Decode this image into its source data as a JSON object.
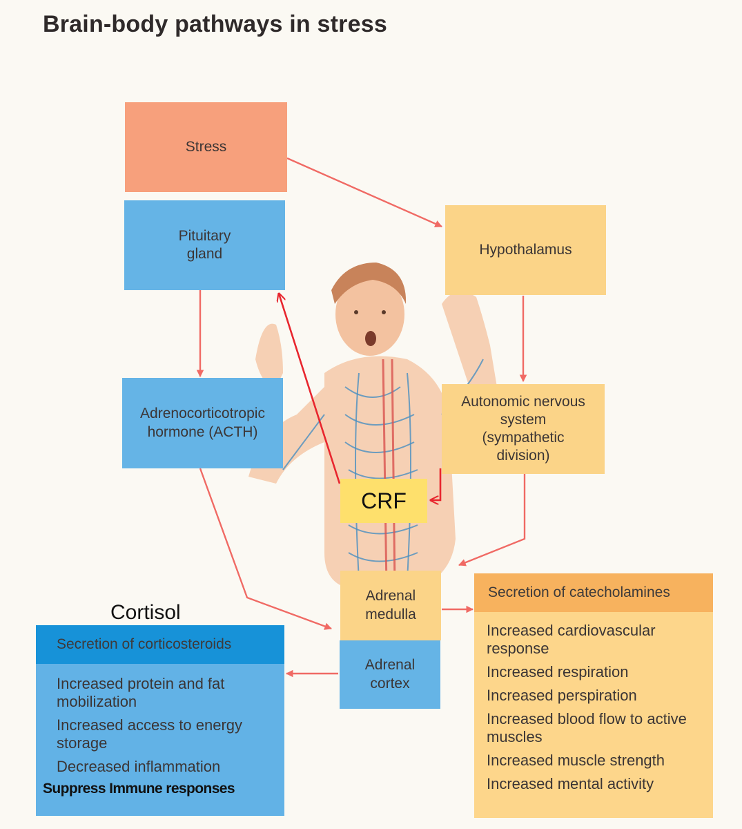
{
  "title": "Brain-body pathways in stress",
  "boxes": {
    "stress": "Stress",
    "pituitary": "Pituitary gland",
    "hypothalamus": "Hypothalamus",
    "acth": "Adrenocorticotropic hormone (ACTH)",
    "autonomic": "Autonomic nervous system (sympathetic division)",
    "crf": "CRF",
    "adrenal_medulla": "Adrenal medulla",
    "adrenal_cortex": "Adrenal cortex"
  },
  "cortisol_label": "Cortisol",
  "corticosteroids": {
    "header": "Secretion of corticosteroids",
    "items": [
      "Increased protein and fat mobilization",
      "Increased access to energy storage",
      "Decreased inflammation",
      "Suppress Immune responses"
    ]
  },
  "catecholamines": {
    "header": "Secretion of catecholamines",
    "items": [
      "Increased cardiovascular response",
      "Increased respiration",
      "Increased perspiration",
      "Increased blood flow to active muscles",
      "Increased muscle strength",
      "Increased mental activity"
    ]
  },
  "colors": {
    "stress_box": "#f7a07c",
    "blue_box": "#65b4e6",
    "yellow_box": "#fbd488",
    "crf_box": "#fee06c",
    "arrow": "#f06a64",
    "crf_arrow": "#e8262e",
    "cortico_header": "#1792d8",
    "catechol_header": "#f7b25e"
  }
}
